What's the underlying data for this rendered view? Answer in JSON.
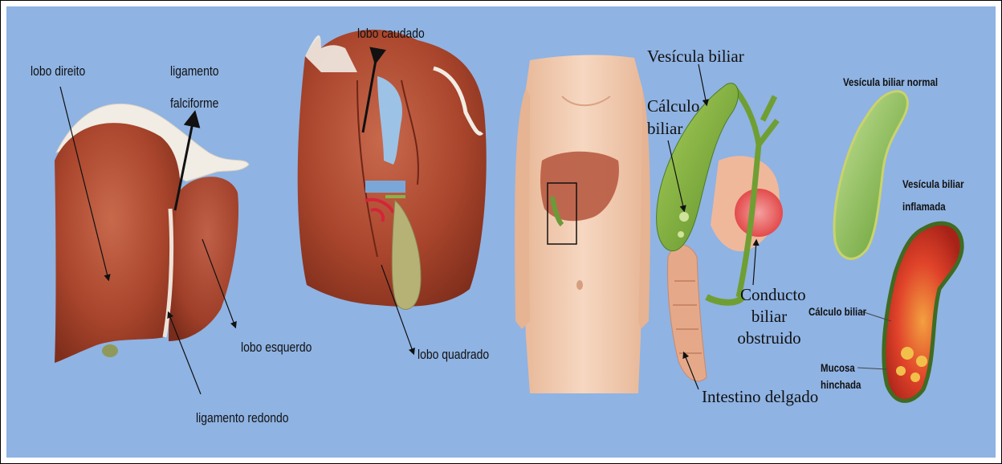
{
  "panels": {
    "liver_front": {
      "lobo_direito": "lobo direito",
      "ligamento_line1": "ligamento",
      "ligamento_line2": "falciforme",
      "lobo_esquerdo": "lobo esquerdo",
      "ligamento_redondo": "ligamento redondo"
    },
    "liver_back": {
      "lobo_caudado": "lobo caudado",
      "lobo_quadrado": "lobo quadrado"
    },
    "gallbladder_detail": {
      "vesicula_biliar": "Vesícula biliar",
      "calculo_line1": "Cálculo",
      "calculo_line2": "biliar",
      "conducto_line1": "Conducto",
      "conducto_line2": "biliar",
      "conducto_line3": "obstruido",
      "intestino": "Intestino delgado"
    },
    "comparison": {
      "normal": "Vesícula biliar normal",
      "inflamada_line1": "Vesícula biliar",
      "inflamada_line2": "inflamada",
      "calculo": "Cálculo biliar",
      "mucosa_line1": "Mucosa",
      "mucosa_line2": "hinchada"
    }
  },
  "colors": {
    "background": "#8fb3e3",
    "liver": "#a9452c",
    "liver_highlight": "#c96a4c",
    "gallbladder": "#7fae3c",
    "skin": "#efc7ac",
    "inflamed": "#d93a2a"
  }
}
